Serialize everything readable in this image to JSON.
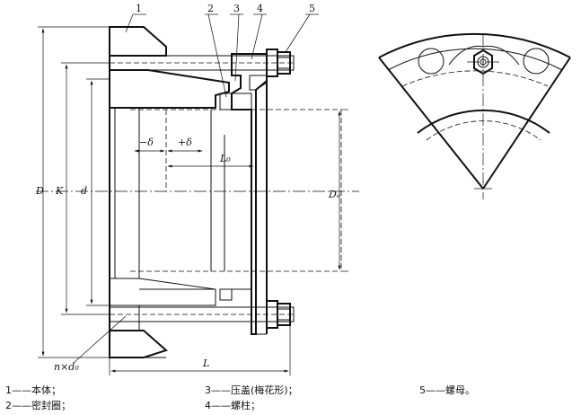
{
  "dimensions": {
    "D": "D",
    "K": "K",
    "d": "d",
    "neg_delta": "−δ",
    "pos_delta": "+δ",
    "L0": "L₀",
    "De": "Dₑ",
    "L": "L",
    "n_x_d0": "n×d₀"
  },
  "callouts": [
    "1",
    "2",
    "3",
    "4",
    "5"
  ],
  "legend": [
    {
      "num": "1",
      "text": "1——本体；"
    },
    {
      "num": "2",
      "text": "2——密封圈；"
    },
    {
      "num": "3",
      "text": "3——压盖(梅花形)；"
    },
    {
      "num": "4",
      "text": "4——螺柱；"
    },
    {
      "num": "5",
      "text": "5——螺母。"
    }
  ]
}
